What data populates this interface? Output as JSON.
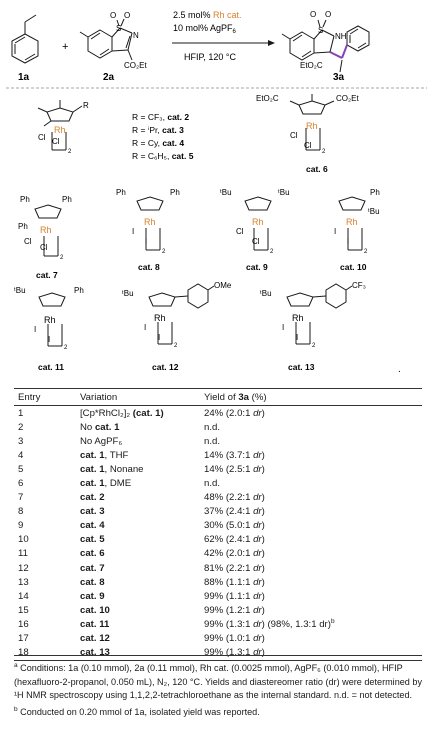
{
  "scheme": {
    "reactant1": "1a",
    "plus": "+",
    "reactant2": "2a",
    "product": "3a",
    "reagent_line1_prefix": "2.5 mol% ",
    "reagent_line1_highlight": "Rh cat.",
    "reagent_line2": "10 mol% AgPF",
    "reagent_line2_sub": "6",
    "conditions": "HFIP, 120 °C",
    "co2et": "CO₂Et",
    "etO2c": "EtO₂C",
    "nh": "NH",
    "n": "N",
    "s": "S",
    "o": "O"
  },
  "catalysts": {
    "list": [
      {
        "r": "R = CF₃, ",
        "label": "cat. 2"
      },
      {
        "r": "R = ⁱPr, ",
        "label": "cat. 3"
      },
      {
        "r": "R = Cy, ",
        "label": "cat. 4"
      },
      {
        "r": "R = C₆H₅, ",
        "label": "cat. 5"
      }
    ],
    "cat6": "cat. 6",
    "cat7": "cat. 7",
    "cat8": "cat. 8",
    "cat9": "cat. 9",
    "cat10": "cat. 10",
    "cat11": "cat. 11",
    "cat12": "cat. 12",
    "cat13": "cat. 13",
    "rh": "Rh",
    "cl": "Cl",
    "i": "I",
    "two": "2",
    "ph": "Ph",
    "tbu": "ᵗBu",
    "ome": "OMe",
    "cf3": "CF₃",
    "r": "R",
    "dot": "."
  },
  "table": {
    "headers": [
      "Entry",
      "Variation",
      "Yield of ",
      "3a",
      " (%)"
    ],
    "rows": [
      {
        "entry": "1",
        "var": "[Cp*RhCl₂]₂ ",
        "var_bold": "(cat. 1)",
        "var_rest": "",
        "yield": "24% (2.0:1 ",
        "dr": "dr",
        "close": ")"
      },
      {
        "entry": "2",
        "var": "No ",
        "var_bold": "cat. 1",
        "var_rest": "",
        "yield": "n.d.",
        "dr": "",
        "close": ""
      },
      {
        "entry": "3",
        "var": "No AgPF₆",
        "var_bold": "",
        "var_rest": "",
        "yield": "n.d.",
        "dr": "",
        "close": ""
      },
      {
        "entry": "4",
        "var": "",
        "var_bold": "cat. 1",
        "var_rest": ", THF",
        "yield": "14% (3.7:1 ",
        "dr": "dr",
        "close": ")"
      },
      {
        "entry": "5",
        "var": "",
        "var_bold": "cat. 1",
        "var_rest": ", Nonane",
        "yield": "14% (2.5:1 ",
        "dr": "dr",
        "close": ")"
      },
      {
        "entry": "6",
        "var": "",
        "var_bold": "cat. 1",
        "var_rest": ", DME",
        "yield": "n.d.",
        "dr": "",
        "close": ""
      },
      {
        "entry": "7",
        "var": "",
        "var_bold": "cat. 2",
        "var_rest": "",
        "yield": "48% (2.2:1 ",
        "dr": "dr",
        "close": ")"
      },
      {
        "entry": "8",
        "var": "",
        "var_bold": "cat. 3",
        "var_rest": "",
        "yield": "37% (2.4:1 ",
        "dr": "dr",
        "close": ")"
      },
      {
        "entry": "9",
        "var": "",
        "var_bold": "cat. 4",
        "var_rest": "",
        "yield": "30% (5.0:1 ",
        "dr": "dr",
        "close": ")"
      },
      {
        "entry": "10",
        "var": "",
        "var_bold": "cat. 5",
        "var_rest": "",
        "yield": "62% (2.4:1 ",
        "dr": "dr",
        "close": ")"
      },
      {
        "entry": "11",
        "var": "",
        "var_bold": "cat. 6",
        "var_rest": "",
        "yield": "42% (2.0:1 ",
        "dr": "dr",
        "close": ")"
      },
      {
        "entry": "12",
        "var": "",
        "var_bold": "cat. 7",
        "var_rest": "",
        "yield": "81% (2.2:1 ",
        "dr": "dr",
        "close": ")"
      },
      {
        "entry": "13",
        "var": "",
        "var_bold": "cat. 8",
        "var_rest": "",
        "yield": "88% (1.1:1 ",
        "dr": "dr",
        "close": ")"
      },
      {
        "entry": "14",
        "var": "",
        "var_bold": "cat. 9",
        "var_rest": "",
        "yield": "99% (1.1:1 ",
        "dr": "dr",
        "close": ")"
      },
      {
        "entry": "15",
        "var": "",
        "var_bold": "cat. 10",
        "var_rest": "",
        "yield": "99% (1.2:1 ",
        "dr": "dr",
        "close": ")"
      },
      {
        "entry": "16",
        "var": "",
        "var_bold": "cat. 11",
        "var_rest": "",
        "yield": "99% (1.3:1 ",
        "dr": "dr",
        "close": ") (98%, 1.3:1 dr)",
        "sup": "b"
      },
      {
        "entry": "17",
        "var": "",
        "var_bold": "cat. 12",
        "var_rest": "",
        "yield": "99% (1.0:1 ",
        "dr": "dr",
        "close": ")"
      },
      {
        "entry": "18",
        "var": "",
        "var_bold": "cat. 13",
        "var_rest": "",
        "yield": "99% (1.3:1 ",
        "dr": "dr",
        "close": ")"
      }
    ]
  },
  "footnotes": {
    "a_mark": "a",
    "a_text": " Conditions: 1a (0.10 mmol), 2a (0.11 mmol), Rh cat. (0.0025 mmol), AgPF₆ (0.010 mmol), HFIP (hexafluoro-2-propanol, 0.050 mL), N₂, 120 °C. Yields and diastereomer ratio (dr) were determined by ¹H NMR spectroscopy using 1,1,2,2-tetrachloroethane as the internal standard. n.d. = not detected.",
    "b_mark": "b",
    "b_text": " Conducted on 0.20 mmol of 1a, isolated yield was reported."
  },
  "colors": {
    "rh": "#d9822b",
    "ink": "#1a1a1a"
  }
}
